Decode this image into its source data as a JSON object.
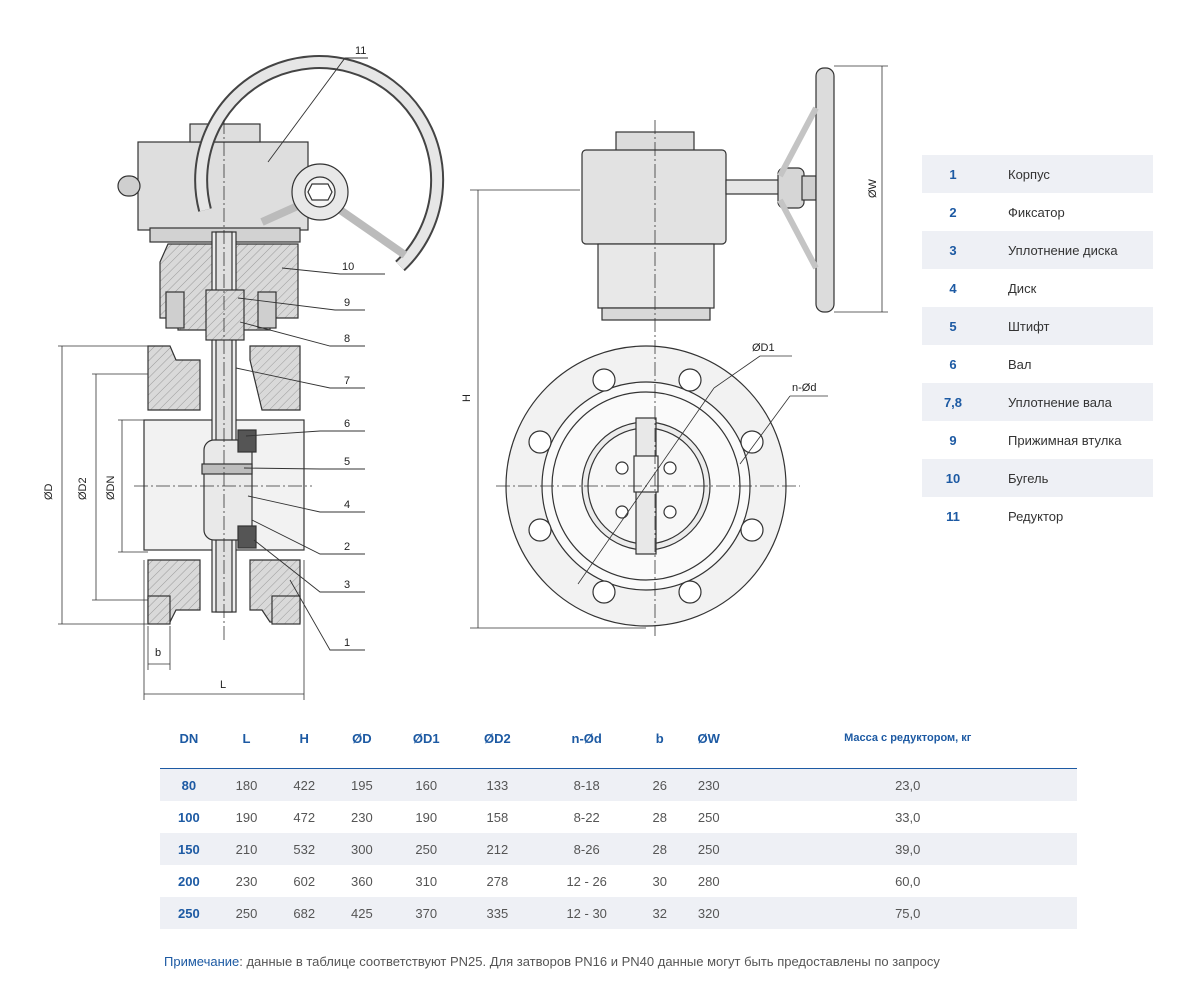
{
  "drawing": {
    "callouts": [
      "11",
      "10",
      "9",
      "8",
      "7",
      "6",
      "5",
      "4",
      "2",
      "3",
      "1"
    ],
    "dim_labels": {
      "od": "ØD",
      "od2": "ØD2",
      "odn": "ØDN",
      "b": "b",
      "l": "L",
      "h": "H",
      "od1": "ØD1",
      "nod": "n-Ød",
      "ow": "ØW"
    }
  },
  "legend": [
    {
      "num": "1",
      "label": "Корпус"
    },
    {
      "num": "2",
      "label": "Фиксатор"
    },
    {
      "num": "3",
      "label": "Уплотнение диска"
    },
    {
      "num": "4",
      "label": "Диск"
    },
    {
      "num": "5",
      "label": "Штифт"
    },
    {
      "num": "6",
      "label": "Вал"
    },
    {
      "num": "7,8",
      "label": "Уплотнение вала"
    },
    {
      "num": "9",
      "label": "Прижимная втулка"
    },
    {
      "num": "10",
      "label": "Бугель"
    },
    {
      "num": "11",
      "label": "Редуктор"
    }
  ],
  "table": {
    "headers": [
      "DN",
      "L",
      "H",
      "ØD",
      "ØD1",
      "ØD2",
      "n-Ød",
      "b",
      "ØW",
      "Масса с редуктором, кг"
    ],
    "rows": [
      [
        "80",
        "180",
        "422",
        "195",
        "160",
        "133",
        "8-18",
        "26",
        "230",
        "23,0"
      ],
      [
        "100",
        "190",
        "472",
        "230",
        "190",
        "158",
        "8-22",
        "28",
        "250",
        "33,0"
      ],
      [
        "150",
        "210",
        "532",
        "300",
        "250",
        "212",
        "8-26",
        "28",
        "250",
        "39,0"
      ],
      [
        "200",
        "230",
        "602",
        "360",
        "310",
        "278",
        "12 - 26",
        "30",
        "280",
        "60,0"
      ],
      [
        "250",
        "250",
        "682",
        "425",
        "370",
        "335",
        "12 - 30",
        "32",
        "320",
        "75,0"
      ]
    ]
  },
  "note": {
    "label": "Примечание",
    "text": ": данные в таблице соответствуют PN25. Для затворов PN16 и PN40 данные могут быть предоставлены по запросу"
  }
}
